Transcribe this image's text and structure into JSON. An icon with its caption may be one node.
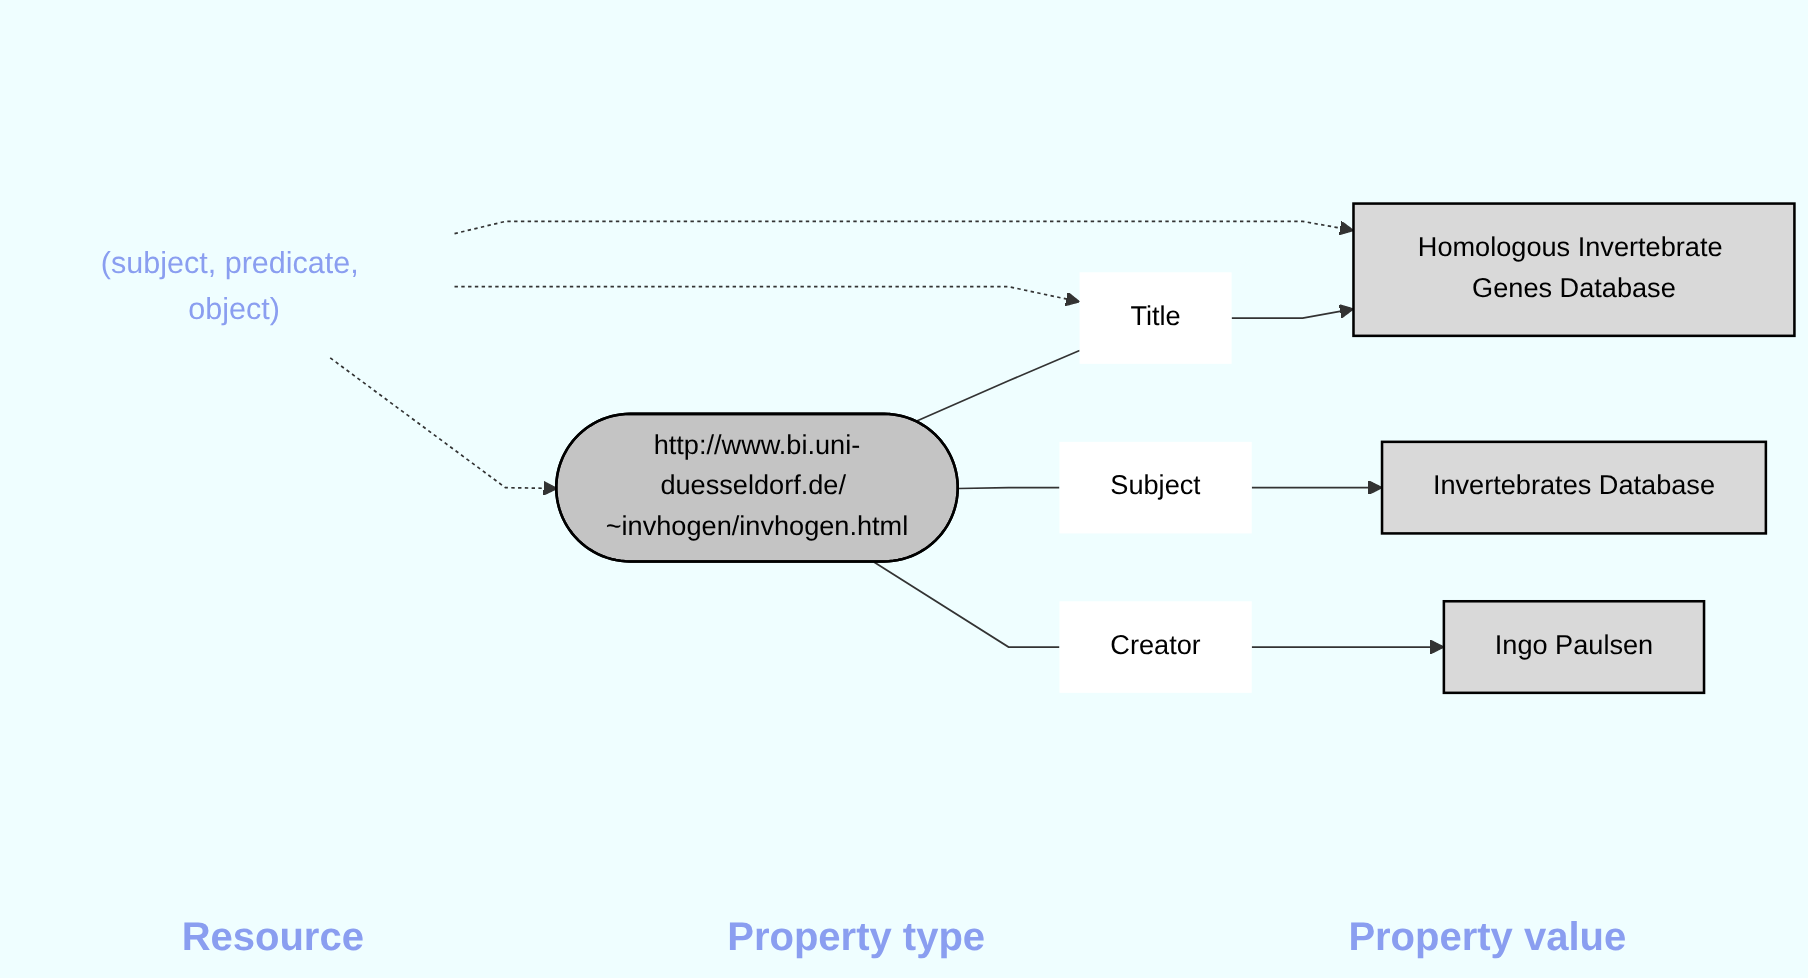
{
  "diagram": {
    "nodes": [
      {
        "text": [
          "(subject, predicate, object)"
        ]
      },
      {
        "text": [
          "http://www.bi.uni-duesseldorf.de/ ~invhogen/invhogen.html"
        ]
      },
      {
        "text": [
          "Title"
        ]
      },
      {
        "text": [
          "Subject"
        ]
      },
      {
        "text": [
          "Creator"
        ]
      },
      {
        "text": [
          "Homologous Invertebrate Genes Database"
        ]
      },
      {
        "text": [
          "Invertebrates Database"
        ]
      },
      {
        "text": [
          "Ingo Paulsen"
        ]
      }
    ],
    "edges": [
      {
        "from": 0,
        "to": 1,
        "arrow": "to",
        "style": "dashed"
      },
      {
        "from": 0,
        "to": 2,
        "arrow": "to",
        "style": "dashed"
      },
      {
        "from": 0,
        "to": 5,
        "arrow": "to",
        "style": "dashed"
      },
      {
        "from": 1,
        "to": 2,
        "arrow": "none"
      },
      {
        "from": 2,
        "to": 5,
        "arrow": "to"
      },
      {
        "from": 1,
        "to": 3,
        "arrow": "none"
      },
      {
        "from": 3,
        "to": 6,
        "arrow": "to"
      },
      {
        "from": 1,
        "to": 4,
        "arrow": "none"
      },
      {
        "from": 4,
        "to": 7,
        "arrow": "to"
      }
    ],
    "labels": [
      "Resource",
      "Property type",
      "Property value"
    ]
  }
}
